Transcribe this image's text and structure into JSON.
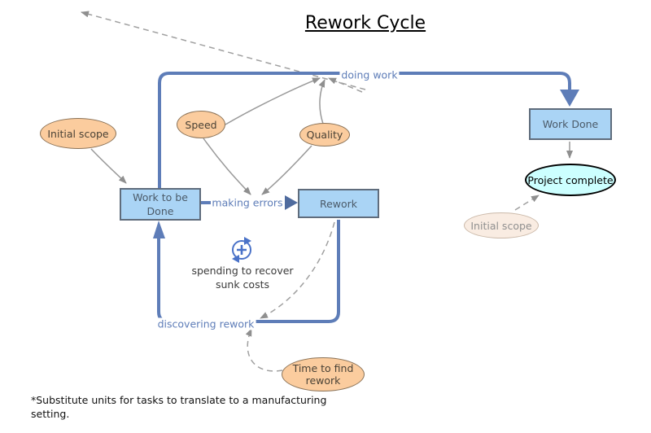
{
  "title": "Rework Cycle",
  "nodes": {
    "initial_scope_left": "Initial scope",
    "speed": "Speed",
    "quality": "Quality",
    "work_to_be_done": "Work to be\nDone",
    "rework": "Rework",
    "work_done": "Work Done",
    "project_complete": "Project complete",
    "initial_scope_right": "Initial scope",
    "time_to_find_rework": "Time to find\nrework"
  },
  "flow_labels": {
    "doing_work": "doing work",
    "making_errors": "making errors",
    "discovering_rework": "discovering rework"
  },
  "annotations": {
    "spending": "spending to recover\nsunk costs",
    "footnote": "*Substitute units for tasks to translate to a manufacturing\nsetting."
  },
  "icons": {
    "loop_icon": "circular-arrow-plus-reinforcing-loop"
  },
  "colors": {
    "flow_blue": "#5e7db8",
    "label_blue": "#5e7db8",
    "arrow_blue": "#4f6b9e",
    "box_fill": "#aad4f5",
    "box_border": "#5f6c7c",
    "box_text": "#4b5a68",
    "scope_fill": "#fbcc9e",
    "scope_border": "#8a7257",
    "scope_text": "#4a4236",
    "complete_fill": "#ccffff",
    "complete_border": "#000000",
    "faded_fill": "#f9ece2",
    "faded_border": "#cbb9a9",
    "faded_text": "#909090",
    "gray_line": "#999999",
    "dashed_gray": "#a0a0a0",
    "icon_blue": "#4a72c8"
  }
}
